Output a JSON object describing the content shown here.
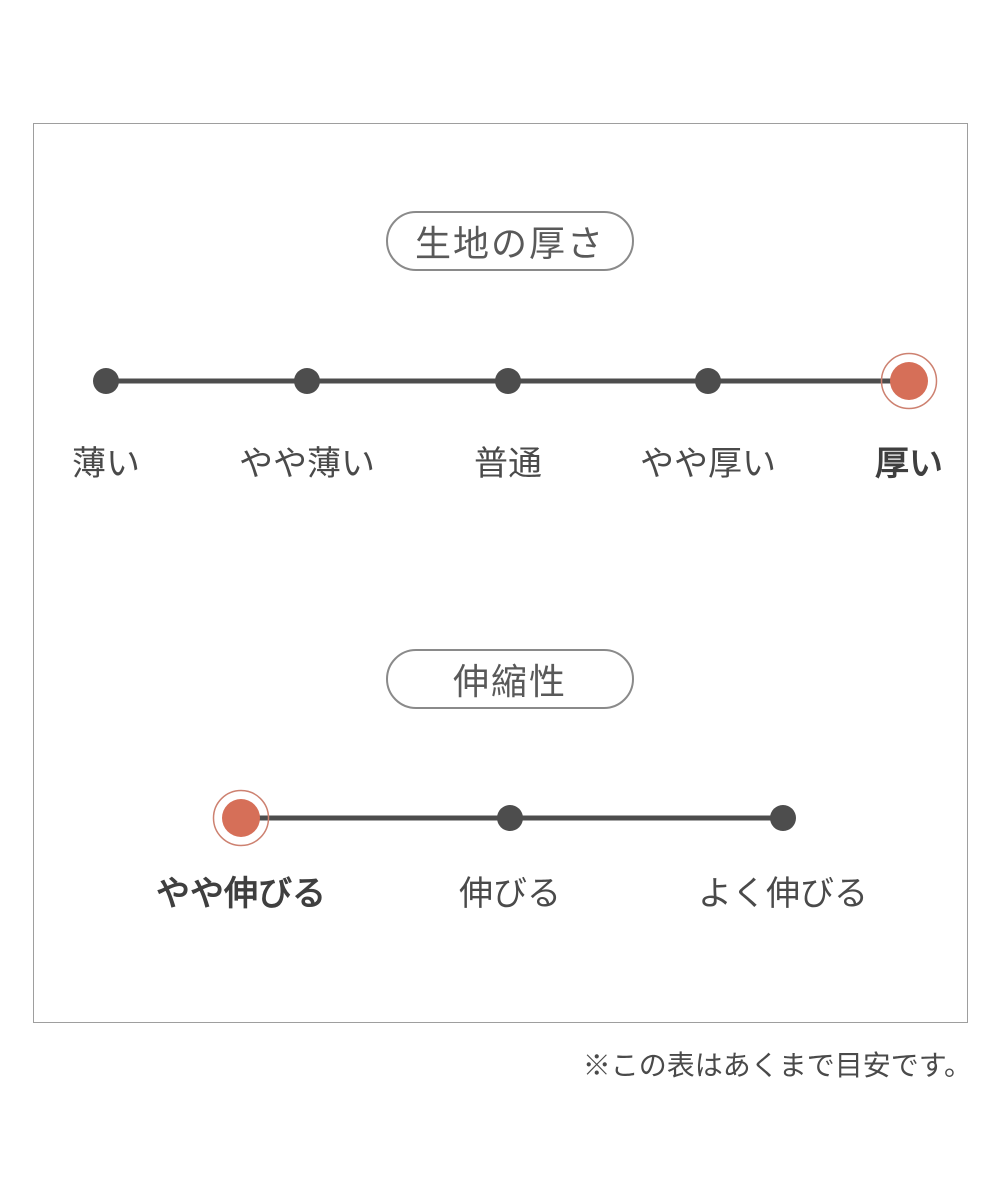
{
  "page": {
    "footnote": "※この表はあくまで目安です。"
  },
  "colors": {
    "line_and_dots": "#4d4d4d",
    "selected_dot_fill": "#d66f58",
    "selected_dot_ring": "#cd8170",
    "label_text": "#4a4a4a",
    "pill_border": "#8a8a8a",
    "box_border": "#9e9e9e",
    "background": "#ffffff"
  },
  "chart_data": [
    {
      "type": "scale",
      "title": "生地の厚さ",
      "categories": [
        "薄い",
        "やや薄い",
        "普通",
        "やや厚い",
        "厚い"
      ],
      "selected": "厚い",
      "selected_index": 4,
      "num_levels": 5,
      "legend_position": "none",
      "grid": false
    },
    {
      "type": "scale",
      "title": "伸縮性",
      "categories": [
        "やや伸びる",
        "伸びる",
        "よく伸びる"
      ],
      "selected": "やや伸びる",
      "selected_index": 0,
      "num_levels": 3,
      "legend_position": "none",
      "grid": false
    }
  ]
}
